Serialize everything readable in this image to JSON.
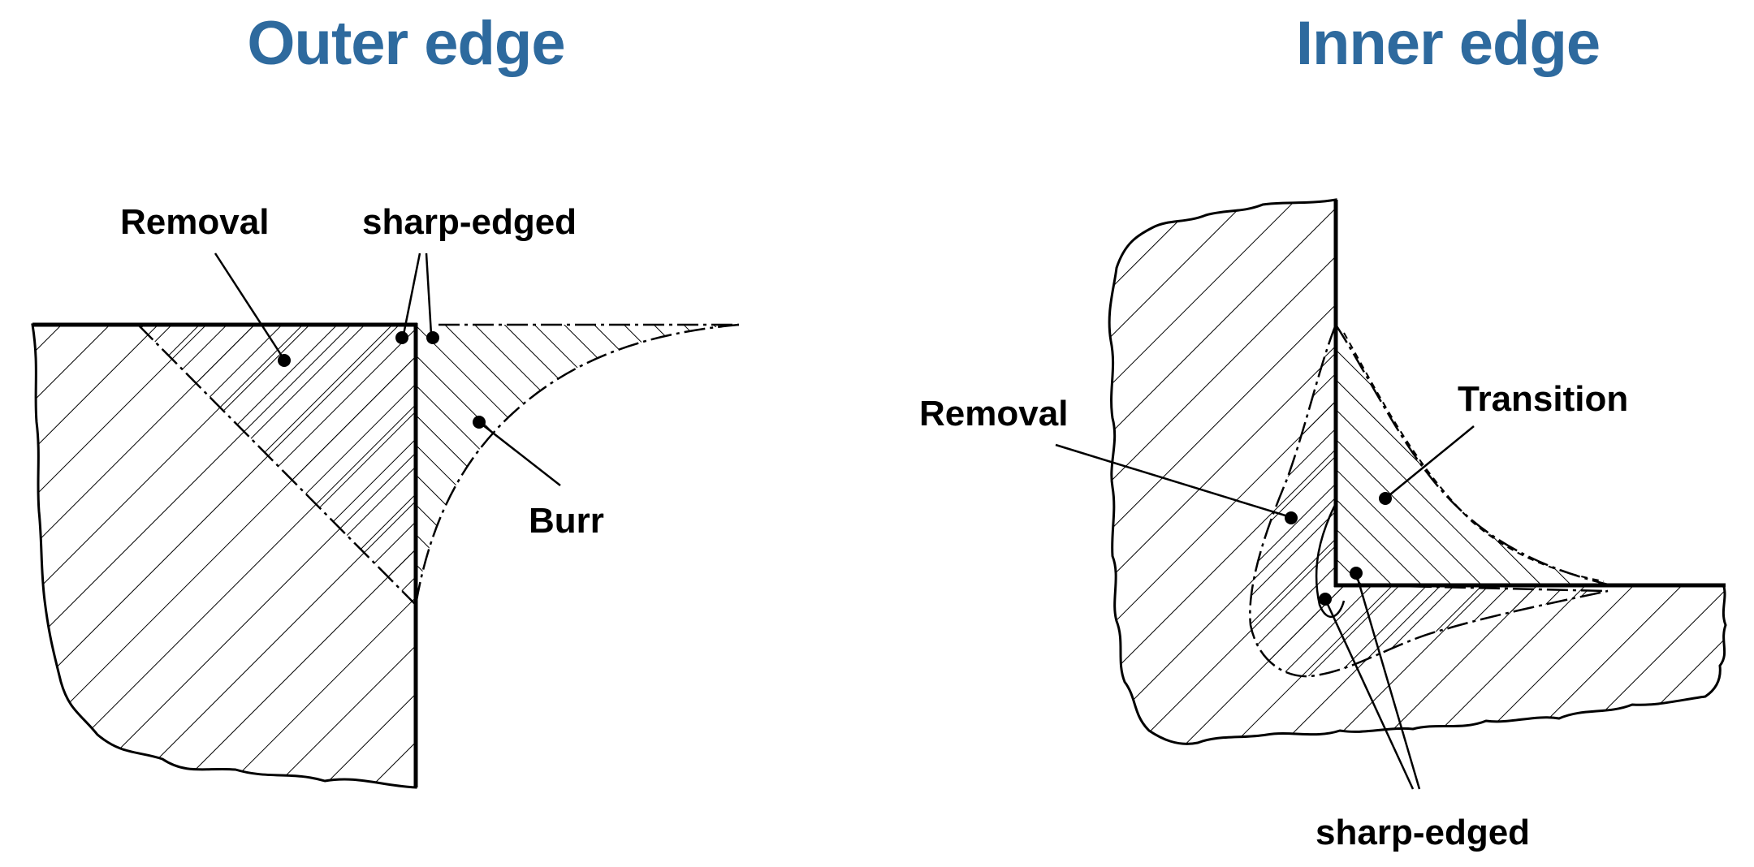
{
  "colors": {
    "title": "#2E6A9E",
    "ink": "#000000",
    "background": "#FFFFFF"
  },
  "outer_edge": {
    "title": "Outer edge",
    "labels": {
      "removal": "Removal",
      "sharp_edged": "sharp-edged",
      "burr": "Burr"
    }
  },
  "inner_edge": {
    "title": "Inner edge",
    "labels": {
      "removal": "Removal",
      "transition": "Transition",
      "sharp_edged": "sharp-edged"
    }
  }
}
